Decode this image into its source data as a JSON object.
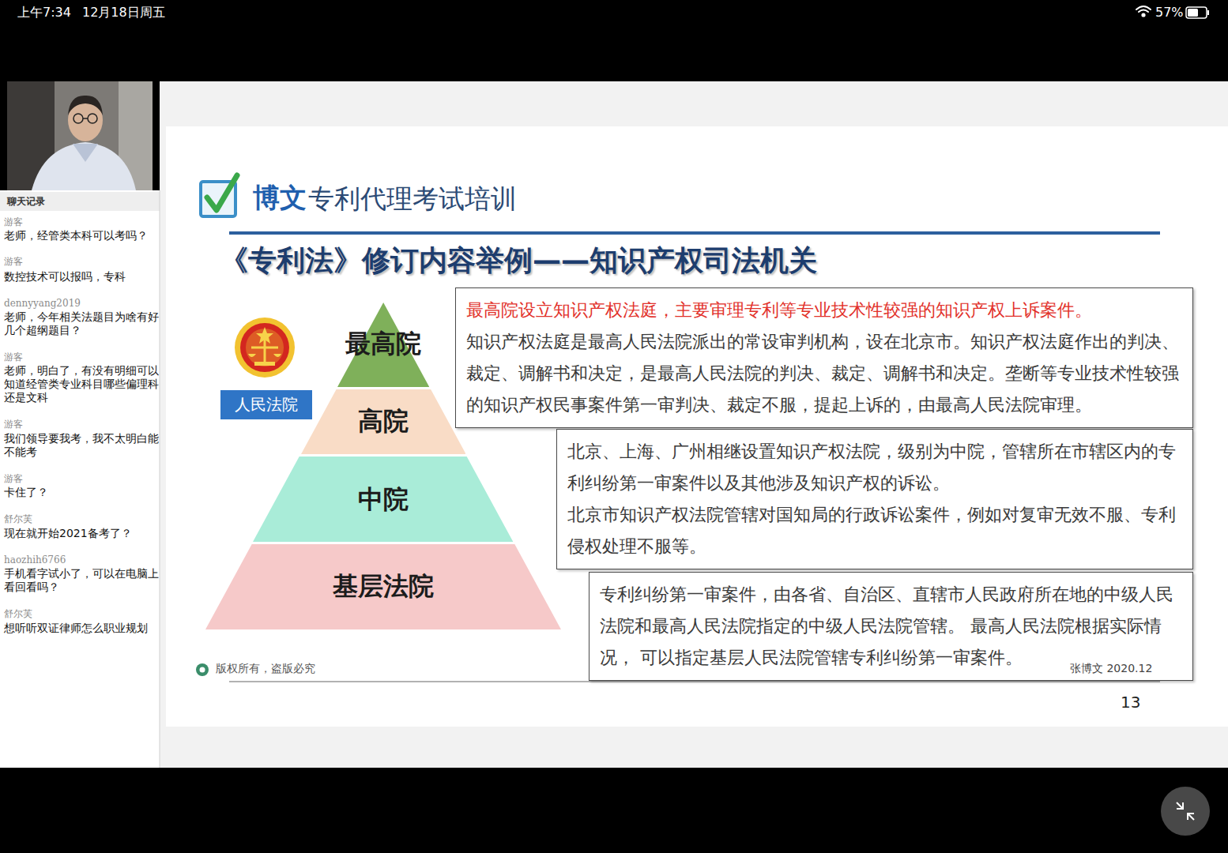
{
  "diagram": {
    "title": "《专利法》修订内容举例——知识产权司法机关",
    "nodes": [
      {
        "text": [
          "最高院"
        ]
      },
      {
        "text": [
          "高院"
        ]
      },
      {
        "text": [
          "中院"
        ]
      },
      {
        "text": [
          "基层法院"
        ]
      },
      {
        "text": [
          "人民法院"
        ]
      },
      {
        "text": [
          "最高院设立知识产权法庭，主要审理专利等专业技术性较强的知识产权上诉案件。",
          "知识产权法庭是最高人民法院派出的常设审判机构，设在北京市。知识产权法庭作出的判决、裁定、调解书和决定，是最高人民法院的判决、裁定、调解书和决定。垄断等专业技术性较强的知识产权民事案件第一审判决、裁定不服，提起上诉的，由最高人民法院审理。"
        ]
      },
      {
        "text": [
          "北京、上海、广州相继设置知识产权法院，级别为中院，管辖所在市辖区内的专利纠纷第一审案件以及其他涉及知识产权的诉讼。",
          "北京市知识产权法院管辖对国知局的行政诉讼案件，例如对复审无效不服、专利侵权处理不服等。"
        ]
      },
      {
        "text": [
          "专利纠纷第一审案件，由各省、自治区、直辖市人民政府所在地的中级人民法院和最高人民法院指定的中级人民法院管辖。 最高人民法院根据实际情况， 可以指定基层人民法院管辖专利纠纷第一审案件。"
        ]
      }
    ],
    "labels": [
      "上午7:34",
      "12月18日周五",
      "57%",
      "聊天记录",
      "游客",
      "老师，经管类本科可以考吗？",
      "游客",
      "数控技术可以报吗，专科",
      "dennyyang2019",
      "老师，今年相关法题目为啥有好几个超纲题目？",
      "游客",
      "老师，明白了，有没有明细可以知道经管类专业科目哪些偏理科还是文科",
      "游客",
      "我们领导要我考，我不太明白能不能考",
      "游客",
      "卡住了？",
      "舒尔芙",
      "现在就开始2021备考了？",
      "haozhih6766",
      "手机看字试小了，可以在电脑上看回看吗？",
      "舒尔芙",
      "想听听双证律师怎么职业规划",
      "博文",
      "专利代理考试培训",
      "版权所有，盗版必究",
      "张博文 2020.12",
      "13"
    ]
  }
}
